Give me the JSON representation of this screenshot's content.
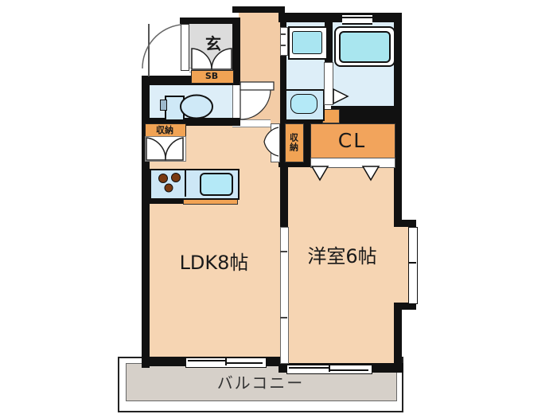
{
  "plan": {
    "rooms": {
      "genkan": {
        "label": "玄"
      },
      "shoebox": {
        "label": "SB"
      },
      "hall_storage": {
        "label": "収納"
      },
      "bedroom_storage": {
        "label": "収納"
      },
      "closet": {
        "label": "CL"
      },
      "ldk": {
        "label": "LDK8帖"
      },
      "bedroom": {
        "label": "洋室6帖"
      },
      "balcony": {
        "label": "バルコニー"
      }
    },
    "fixtures": [
      "toilet",
      "washbasin",
      "washing-machine-pan",
      "bathtub",
      "kitchen-counter",
      "kitchen-sink",
      "stove-burners"
    ],
    "colors": {
      "wall": "#111111",
      "room_floor": "#f6d5b3",
      "corridor_floor": "#f3cca6",
      "genkan_floor": "#dcdcdc",
      "wet_floor": "#ddeef8",
      "fixture_cyan": "#a9e5f1",
      "accent_orange": "#f1a354",
      "balcony_floor": "#d6d0c9"
    }
  }
}
